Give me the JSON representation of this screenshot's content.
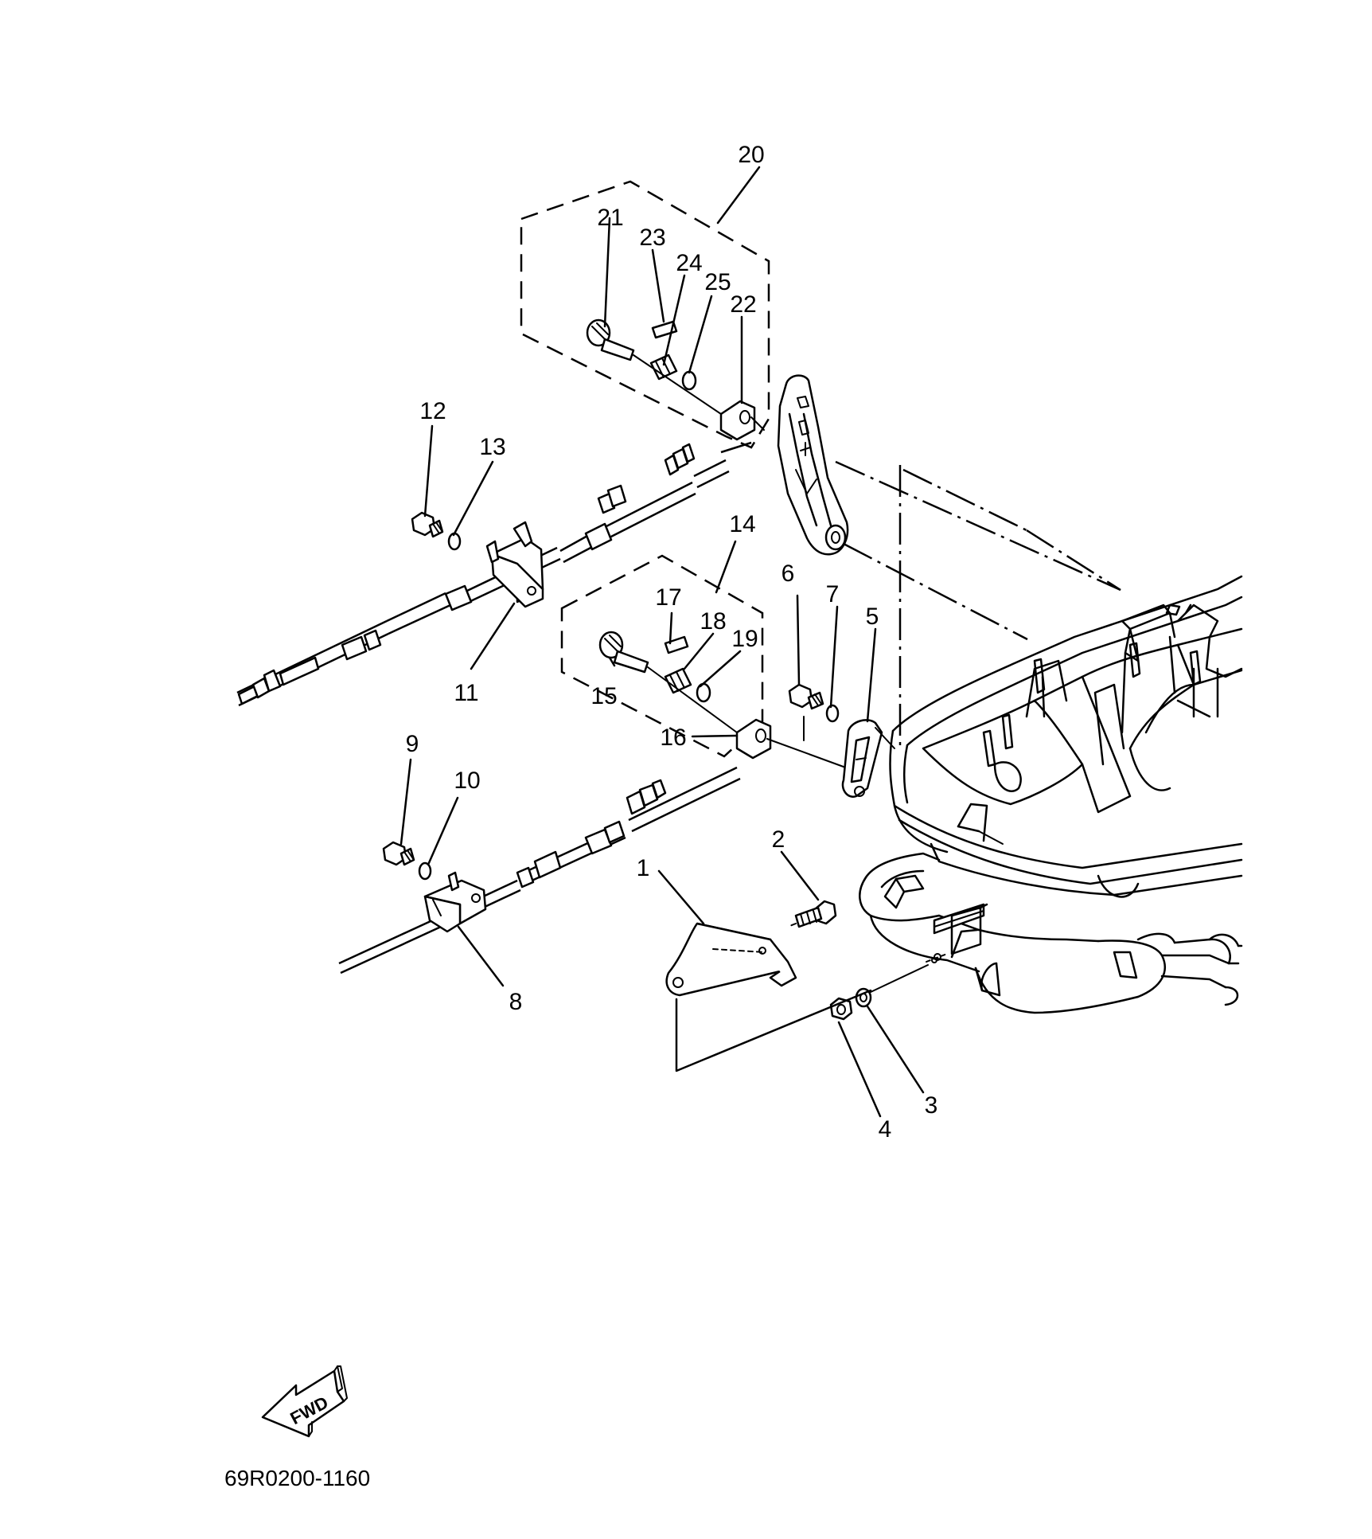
{
  "diagram": {
    "drawing_code": "69R0200-1160",
    "fwd_label": "FWD",
    "part_labels": [
      {
        "num": "1"
      },
      {
        "num": "2"
      },
      {
        "num": "3"
      },
      {
        "num": "4"
      },
      {
        "num": "5"
      },
      {
        "num": "6"
      },
      {
        "num": "7"
      },
      {
        "num": "8"
      },
      {
        "num": "9"
      },
      {
        "num": "10"
      },
      {
        "num": "11"
      },
      {
        "num": "12"
      },
      {
        "num": "13"
      },
      {
        "num": "14"
      },
      {
        "num": "15"
      },
      {
        "num": "16"
      },
      {
        "num": "17"
      },
      {
        "num": "18"
      },
      {
        "num": "19"
      },
      {
        "num": "20"
      },
      {
        "num": "21"
      },
      {
        "num": "22"
      },
      {
        "num": "23"
      },
      {
        "num": "24"
      },
      {
        "num": "25"
      }
    ]
  },
  "icons": {
    "fwd_arrow": "fwd-arrow-icon"
  }
}
